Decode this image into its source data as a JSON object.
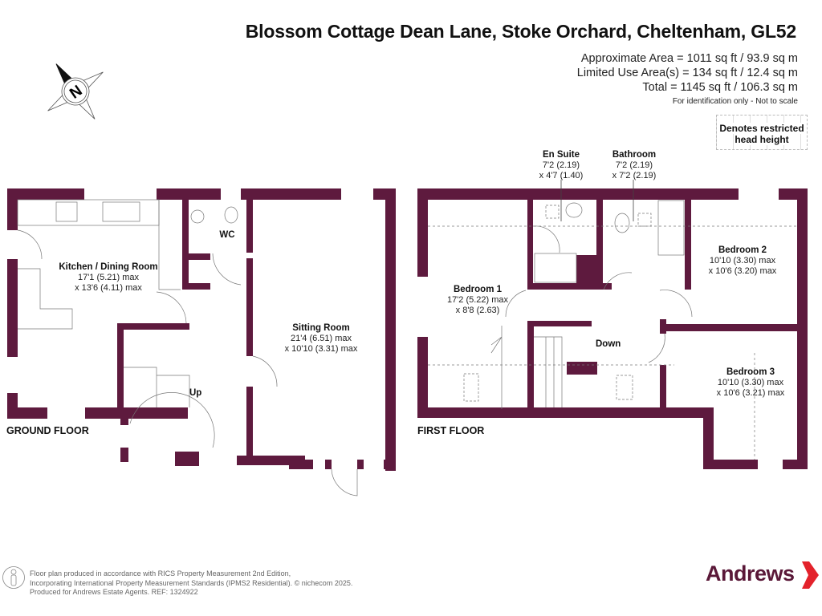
{
  "header": {
    "title": "Blossom Cottage Dean Lane, Stoke Orchard, Cheltenham, GL52",
    "areas": [
      "Approximate Area = 1011 sq ft / 93.9 sq m",
      "Limited Use Area(s) = 134 sq ft / 12.4 sq m",
      "Total = 1145 sq ft / 106.3 sq m"
    ],
    "note": "For identification only - Not to scale"
  },
  "compass": {
    "icon": "compass-north-icon",
    "letter": "N"
  },
  "legend": {
    "line1": "Denotes restricted",
    "line2": "head height"
  },
  "colors": {
    "wall": "#5e1a3e",
    "brand": "#5a1838",
    "brand_accent": "#e3222b"
  },
  "ground_floor": {
    "label": "GROUND FLOOR",
    "rooms": [
      {
        "name": "Kitchen / Dining Room",
        "dim1": "17'1 (5.21) max",
        "dim2": "x 13'6 (4.11) max"
      },
      {
        "name": "WC",
        "dim1": "",
        "dim2": ""
      },
      {
        "name": "Sitting Room",
        "dim1": "21'4 (6.51) max",
        "dim2": "x 10'10 (3.31) max"
      }
    ],
    "stairs_label": "Up"
  },
  "first_floor": {
    "label": "FIRST FLOOR",
    "rooms": [
      {
        "name": "En Suite",
        "dim1": "7'2 (2.19)",
        "dim2": "x 4'7 (1.40)"
      },
      {
        "name": "Bathroom",
        "dim1": "7'2 (2.19)",
        "dim2": "x 7'2 (2.19)"
      },
      {
        "name": "Bedroom 1",
        "dim1": "17'2 (5.22) max",
        "dim2": "x 8'8 (2.63)"
      },
      {
        "name": "Bedroom 2",
        "dim1": "10'10 (3.30) max",
        "dim2": "x 10'6 (3.20) max"
      },
      {
        "name": "Bedroom 3",
        "dim1": "10'10 (3.30) max",
        "dim2": "x 10'6 (3.21) max"
      }
    ],
    "stairs_label": "Down"
  },
  "footer": {
    "line1": "Floor plan produced in accordance with RICS Property Measurement 2nd Edition,",
    "line2": "Incorporating International Property Measurement Standards (IPMS2 Residential).   © nichecom 2025.",
    "line3": "Produced for Andrews Estate Agents.   REF: 1324922"
  },
  "brand": {
    "name": "Andrews"
  }
}
